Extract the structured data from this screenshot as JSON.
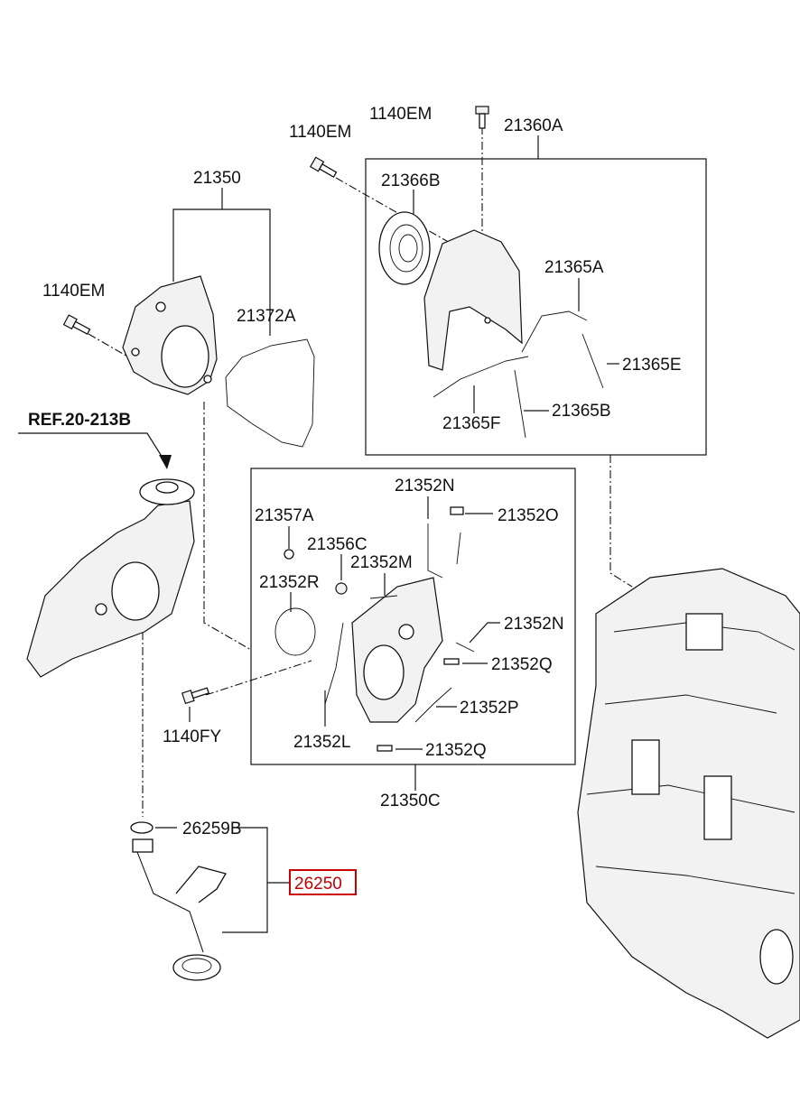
{
  "diagram": {
    "labels": {
      "p1140em_top": "1140EM",
      "p21360a": "21360A",
      "p1140em_mid": "1140EM",
      "p21366b": "21366B",
      "p21350": "21350",
      "p21365a": "21365A",
      "p1140em_left": "1140EM",
      "p21372a": "21372A",
      "p21365e": "21365E",
      "ref": "REF.20-213B",
      "p21365f": "21365F",
      "p21365b": "21365B",
      "p21352n_top": "21352N",
      "p21357a": "21357A",
      "p21352o": "21352O",
      "p21356c": "21356C",
      "p21352m": "21352M",
      "p21352r": "21352R",
      "p21352n_mid": "21352N",
      "p21352q_mid": "21352Q",
      "p21352p": "21352P",
      "p1140fy": "1140FY",
      "p21352l": "21352L",
      "p21352q_bot": "21352Q",
      "p21350c": "21350C",
      "p26259b": "26259B",
      "p26250": "26250"
    },
    "highlight_color": "#cc0000"
  }
}
